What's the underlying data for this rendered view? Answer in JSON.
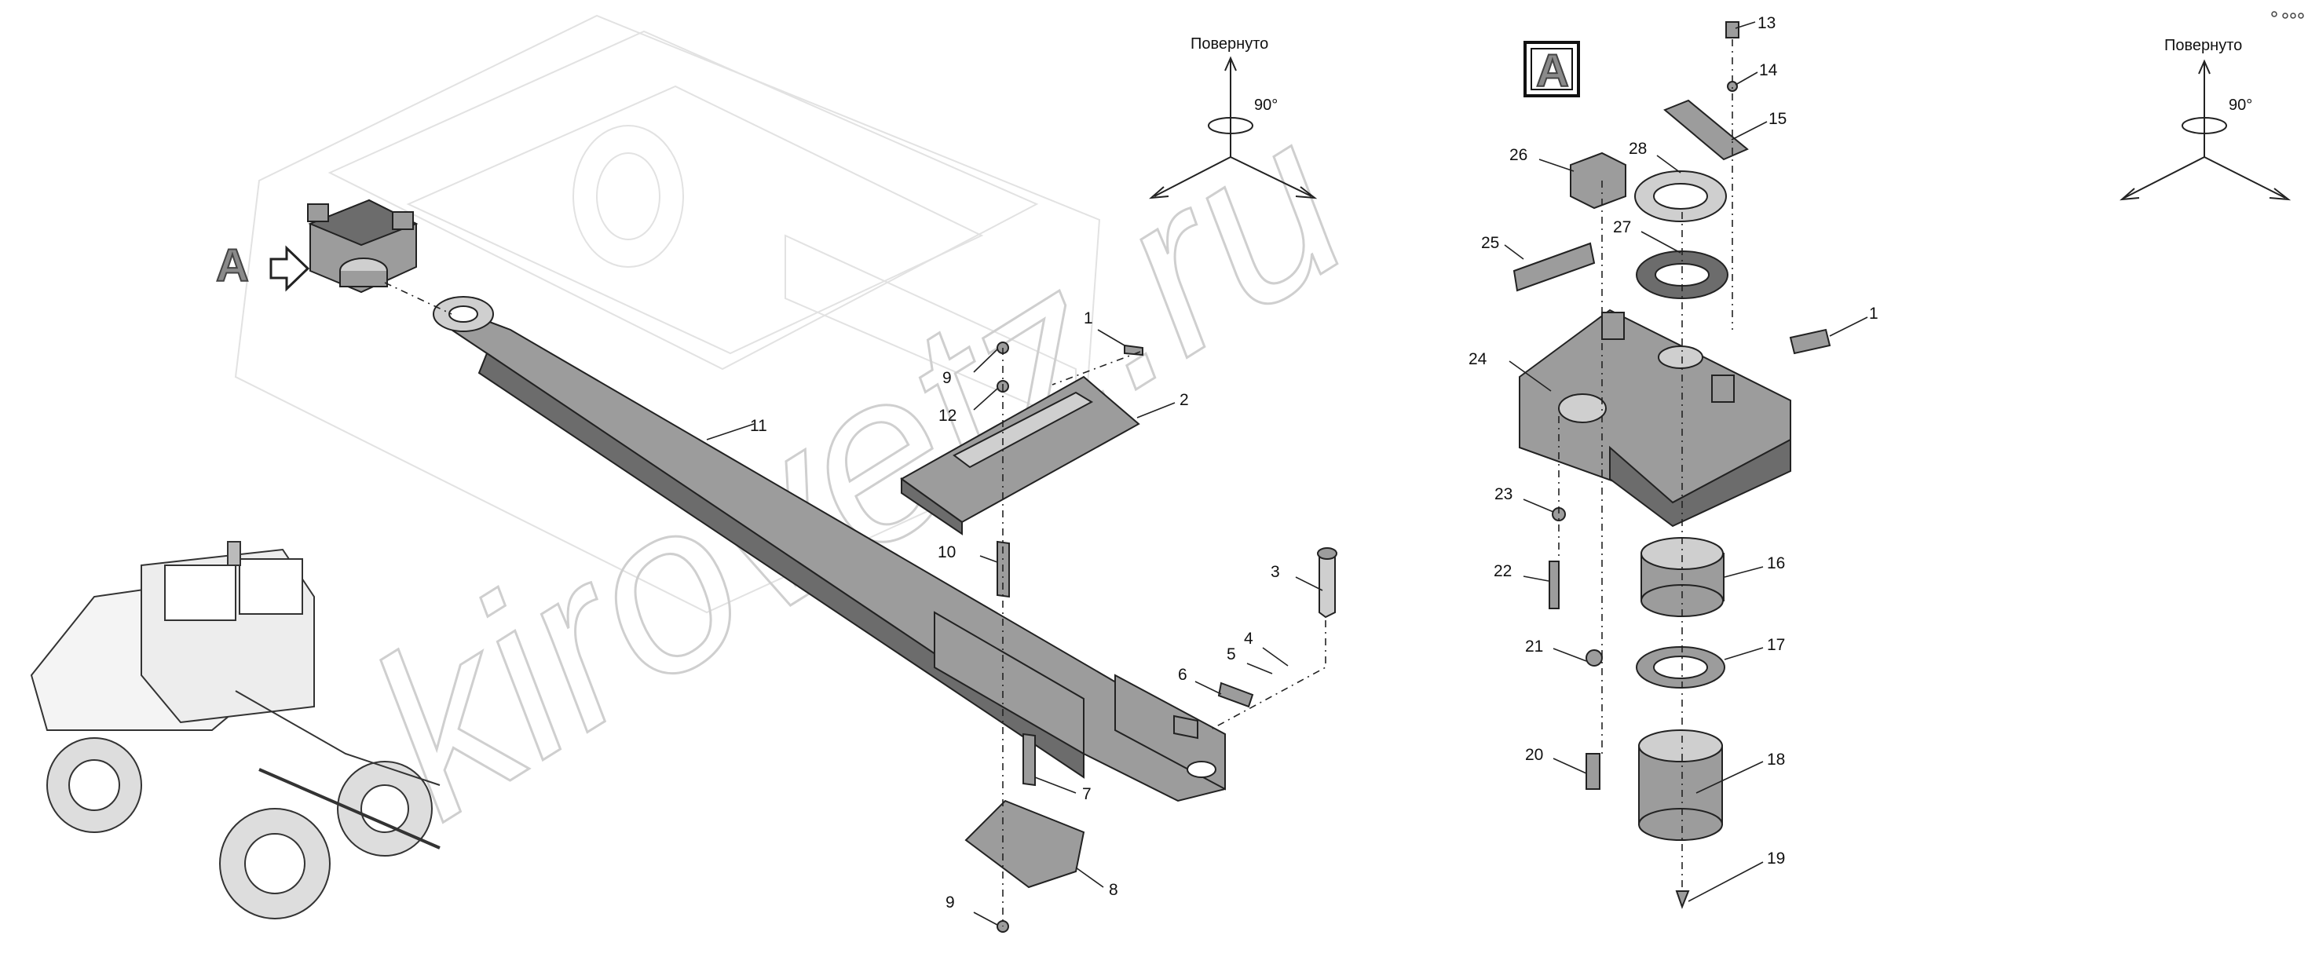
{
  "rotation_labels": [
    "Повернуто",
    "Повернуто"
  ],
  "rotation_angle": "90°",
  "view_letter": "A",
  "watermark": "kirovetz.ru",
  "callouts": [
    "1",
    "2",
    "3",
    "4",
    "5",
    "6",
    "7",
    "8",
    "9",
    "10",
    "11",
    "12",
    "9",
    "13",
    "14",
    "15",
    "16",
    "17",
    "18",
    "19",
    "20",
    "21",
    "22",
    "23",
    "24",
    "25",
    "26",
    "27",
    "28",
    "1"
  ],
  "colors": {
    "part": "#9c9c9c",
    "ink": "#222222",
    "ghost": "#e2e2e2",
    "watermark": "#cfcfcf"
  }
}
